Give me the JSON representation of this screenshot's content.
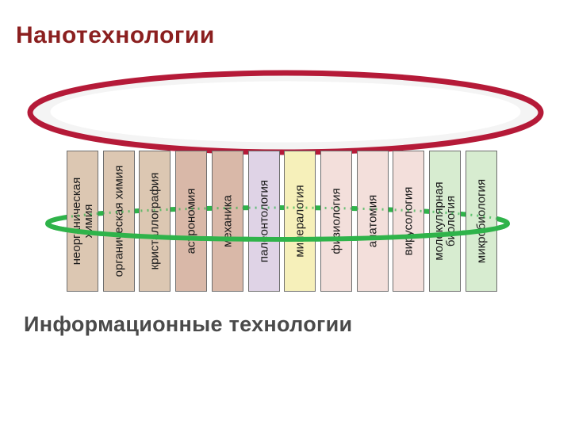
{
  "title": "Нанотехнологии",
  "subtitle": "Информационные технологии",
  "colors": {
    "title": "#8b1f1f",
    "outer_ring": "#b51a38",
    "inner_ring": "#2fb34a",
    "bar_tan": "#dcc7b2",
    "bar_rose": "#d9b8a8",
    "bar_lilac": "#dfd3e6",
    "bar_yellow": "#f6f0ba",
    "bar_pink": "#f3dfdb",
    "bar_green": "#d7ecd0"
  },
  "disciplines": [
    {
      "label": "неорганическая\nхимия",
      "color": "#dcc7b2"
    },
    {
      "label": "органическая химия",
      "color": "#dcc7b2"
    },
    {
      "label": "кристаллография",
      "color": "#dcc7b2"
    },
    {
      "label": "астрономия",
      "color": "#d9b8a8"
    },
    {
      "label": "механика",
      "color": "#d9b8a8"
    },
    {
      "label": "палеонтология",
      "color": "#dfd3e6"
    },
    {
      "label": "минералогия",
      "color": "#f6f0ba"
    },
    {
      "label": "физиология",
      "color": "#f3dfdb"
    },
    {
      "label": "анатомия",
      "color": "#f3dfdb"
    },
    {
      "label": "вирусология",
      "color": "#f3dfdb"
    },
    {
      "label": "молекулярная\nбиология",
      "color": "#d7ecd0"
    },
    {
      "label": "микробиология",
      "color": "#d7ecd0"
    }
  ]
}
